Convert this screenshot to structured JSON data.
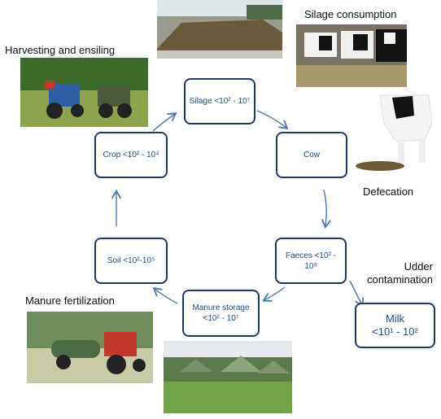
{
  "nodes": {
    "silage": "Silage <10² - 10⁷",
    "cow": "Cow",
    "faeces": "Faeces <10² - 10⁸",
    "manure": "Manure storage <10² - 10⁷",
    "soil": "Soil <10²-10⁵",
    "crop": "Crop <10² - 10⁴",
    "milk_line1": "Milk",
    "milk_line2": "<10¹ - 10²"
  },
  "labels": {
    "harvesting": "Harvesting and ensiling",
    "silage_consumption": "Silage consumption",
    "defecation": "Defecation",
    "udder": "Udder contamination",
    "manure_fert": "Manure fertilization"
  },
  "colors": {
    "node_border": "#1f3b63",
    "node_text": "#1f4e8c",
    "arrow": "#4a7ab5"
  }
}
